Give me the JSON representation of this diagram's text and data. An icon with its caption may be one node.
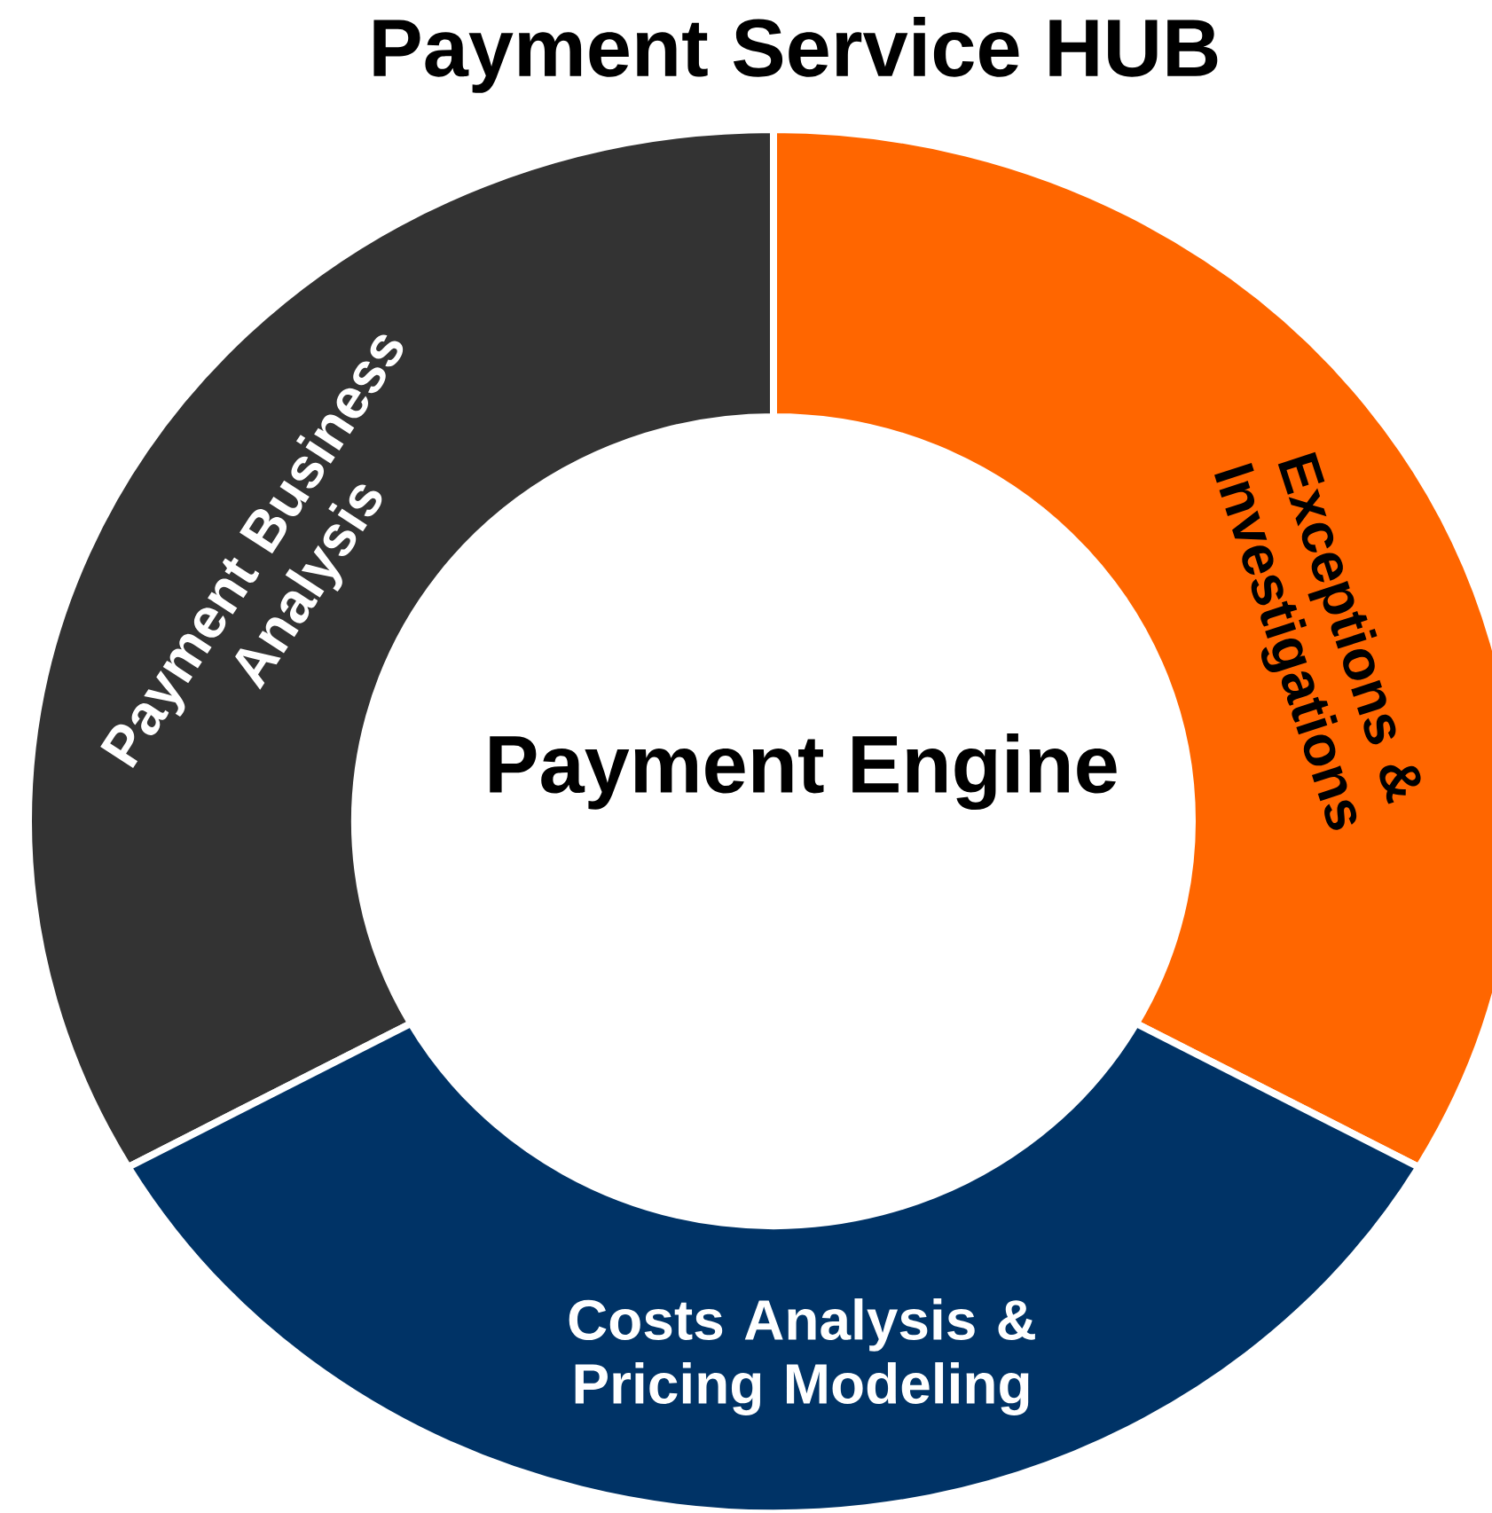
{
  "diagram": {
    "title": "Payment Service HUB",
    "nodes": [
      {
        "text": [
          "Payment Business Analysis"
        ]
      },
      {
        "text": [
          "Exceptions & Investigations"
        ]
      },
      {
        "text": [
          "Payment Engine"
        ]
      },
      {
        "text": [
          "Costs Analysis & Pricing Modeling"
        ]
      }
    ]
  }
}
